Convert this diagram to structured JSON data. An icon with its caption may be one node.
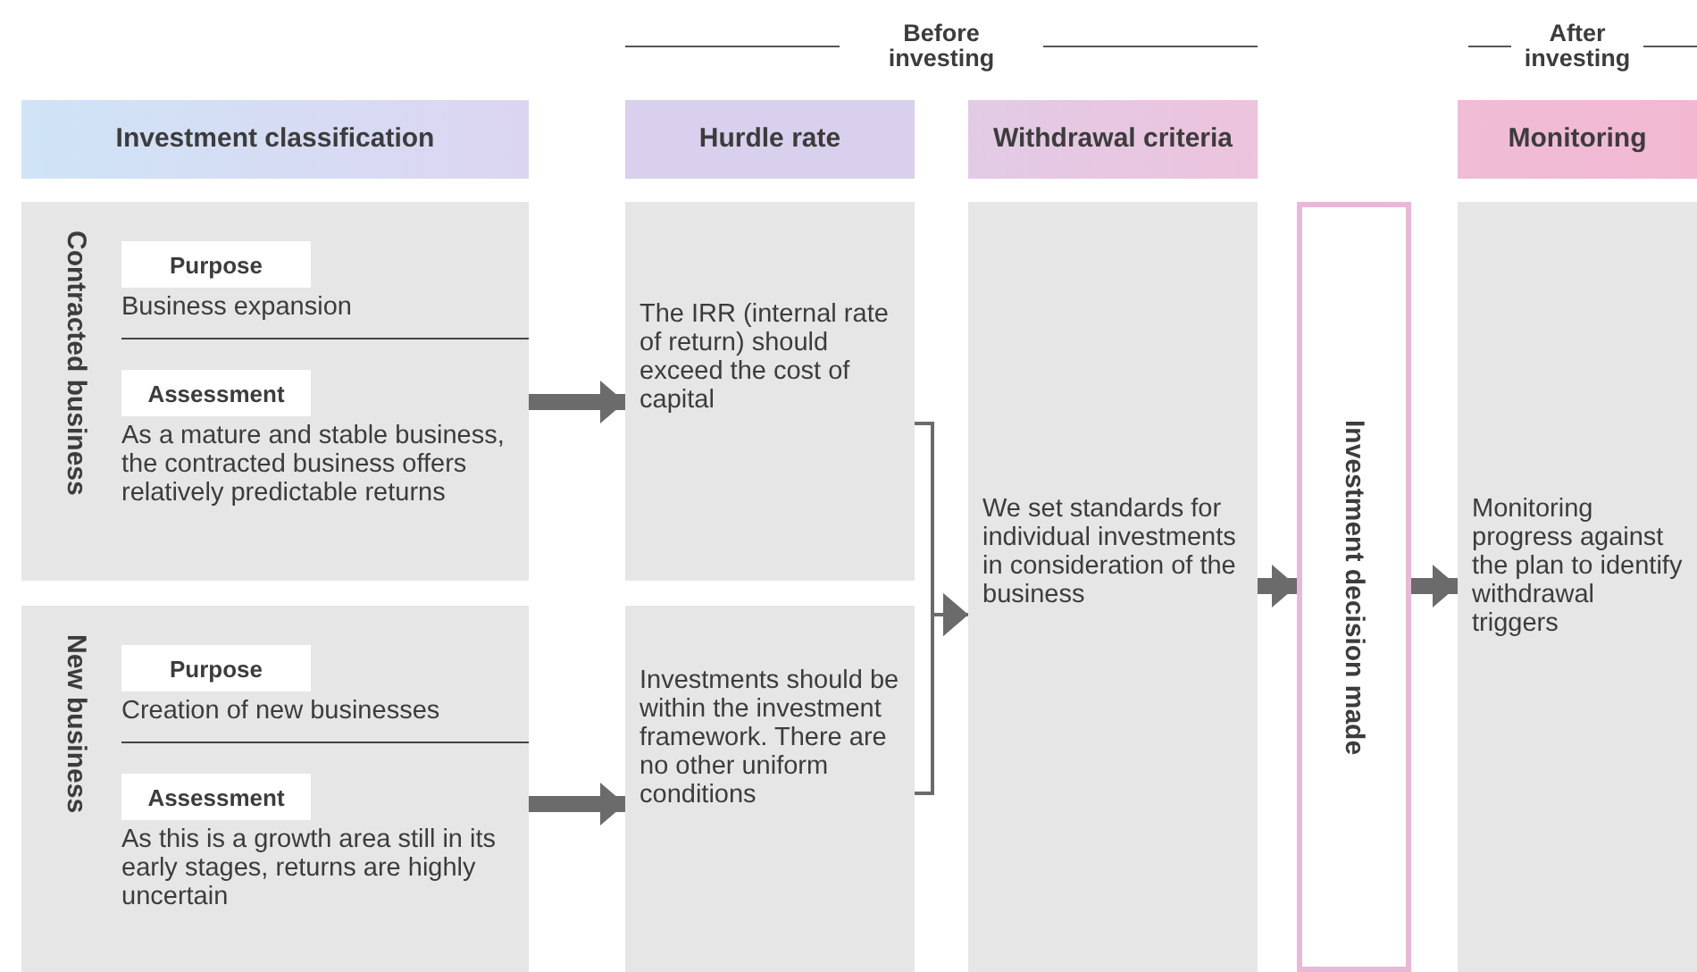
{
  "diagram": {
    "nodes": [
      {
        "text": [
          "Investment classification"
        ]
      },
      {
        "text": [
          "Hurdle rate"
        ]
      },
      {
        "text": [
          "Withdrawal criteria"
        ]
      },
      {
        "text": [
          "Monitoring"
        ]
      },
      {
        "text": [
          "Contracted business",
          "Purpose",
          "Business expansion",
          "Assessment",
          "As a mature and stable business, the contracted business offers relatively predictable returns"
        ]
      },
      {
        "text": [
          "New business",
          "Purpose",
          "Creation of new businesses",
          "Assessment",
          "As this is a growth area still in its early stages, returns are highly uncertain"
        ]
      },
      {
        "text": [
          "The IRR (internal rate of return) should exceed the cost of capital"
        ]
      },
      {
        "text": [
          "Investments should be within the investment framework. There are no other uniform conditions"
        ]
      },
      {
        "text": [
          "We set standards for individual investments in consideration of the business"
        ]
      },
      {
        "text": [
          "Investment decision made"
        ]
      },
      {
        "text": [
          "Monitoring progress against the plan to identify withdrawal triggers"
        ]
      }
    ],
    "edges": [
      {
        "from": 4,
        "to": 6,
        "arrow": "to"
      },
      {
        "from": 5,
        "to": 7,
        "arrow": "to"
      },
      {
        "from": 6,
        "to": 8,
        "arrow": "to"
      },
      {
        "from": 7,
        "to": 8,
        "arrow": "to"
      },
      {
        "from": 8,
        "to": 9,
        "arrow": "to"
      },
      {
        "from": 9,
        "to": 10,
        "arrow": "to"
      }
    ],
    "labels": [
      "Before investing",
      "After investing"
    ]
  }
}
